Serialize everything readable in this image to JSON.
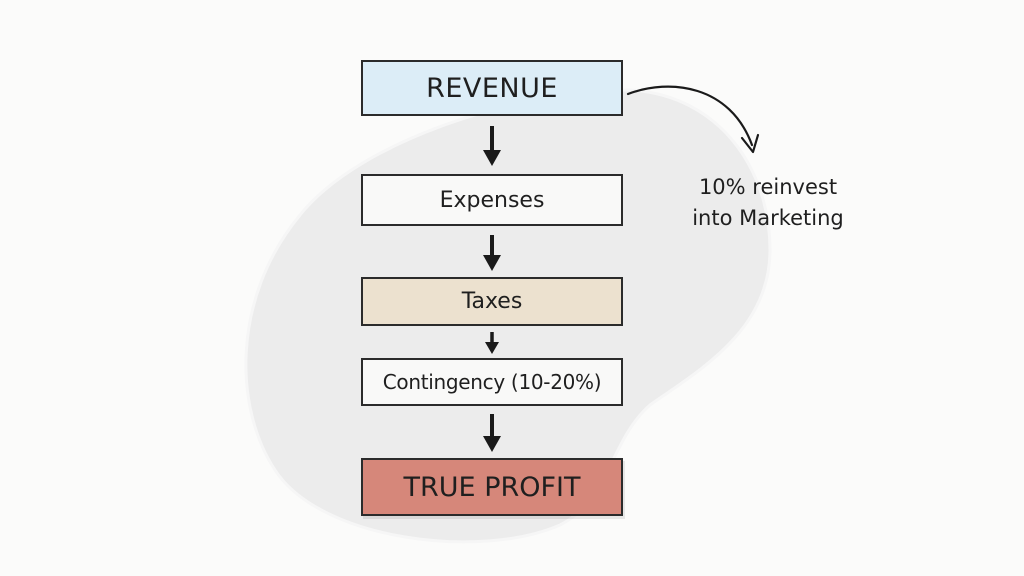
{
  "diagram": {
    "boxes": {
      "revenue": "REVENUE",
      "expenses": "Expenses",
      "taxes": "Taxes",
      "contingency": "Contingency (10-20%)",
      "true_profit": "TRUE PROFIT"
    },
    "note": {
      "line1": "10% reinvest",
      "line2": "into Marketing"
    }
  },
  "colors": {
    "revenue_fill": "#dcedf7",
    "taxes_fill": "#ece1cf",
    "profit_fill": "#d6877a",
    "background_blob": "#ededed",
    "stroke": "#2b2b2b"
  }
}
